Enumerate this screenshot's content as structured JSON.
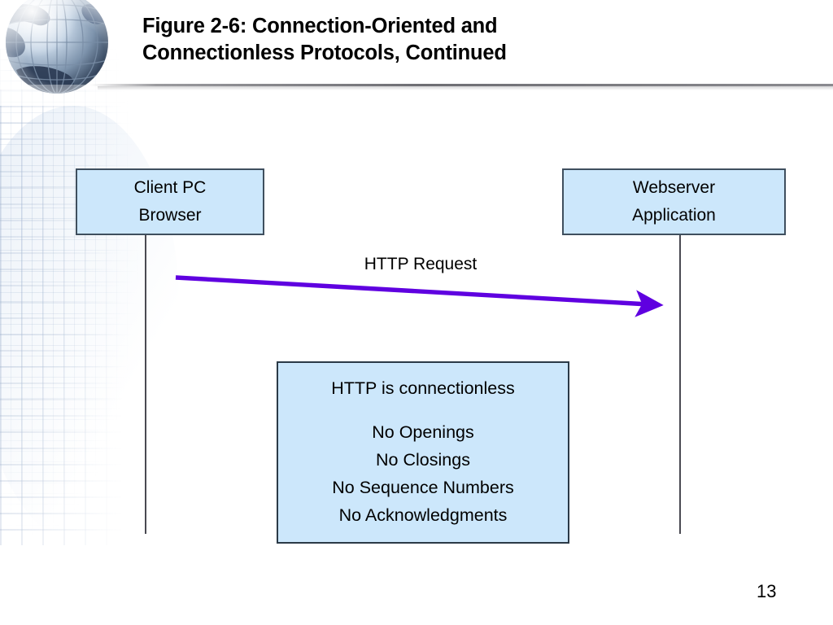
{
  "slide": {
    "title_line1": "Figure 2-6: Connection-Oriented and",
    "title_line2": "Connectionless Protocols, Continued",
    "page_number": "13",
    "logo_icon": "globe-icon"
  },
  "diagram": {
    "type": "sequence-diagram",
    "client": {
      "line1": "Client PC",
      "line2": "Browser"
    },
    "server": {
      "line1": "Webserver",
      "line2": "Application"
    },
    "message": {
      "label": "HTTP Request",
      "direction": "client-to-server",
      "color": "#5f00e0"
    },
    "note": {
      "heading": "HTTP is connectionless",
      "items": [
        "No Openings",
        "No Closings",
        "No Sequence Numbers",
        "No Acknowledgments"
      ]
    }
  },
  "colors": {
    "box_fill": "#cce7fb",
    "box_border": "#3f4f5e",
    "arrow": "#5f00e0",
    "lifeline": "#4a4a52",
    "text": "#000000"
  }
}
